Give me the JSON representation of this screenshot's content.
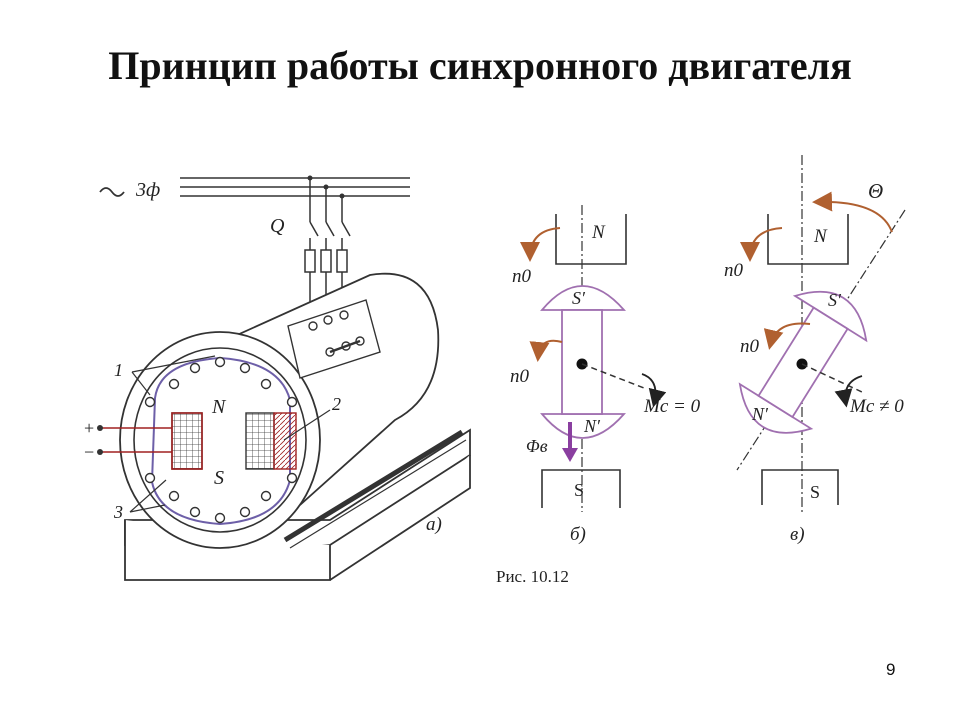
{
  "slide": {
    "title": "Принцип работы синхронного двигателя",
    "page_number": "9"
  },
  "colors": {
    "outline": "#3a3a3a",
    "pole_piece": "#a070b0",
    "accent_arrow": "#b06030",
    "flux_arrow": "#8a3fa0",
    "winding": "#a02020",
    "stator_lining": "#6d5fa8"
  },
  "figure": {
    "caption": "Рис. 10.12",
    "panel_a": {
      "label": "а)",
      "supply": "3ф",
      "switch": "Q",
      "plus": "+",
      "minus": "−",
      "pole_north": "N",
      "pole_south": "S",
      "callout_1": "1",
      "callout_2": "2",
      "callout_3": "3"
    },
    "panel_b": {
      "label": "б)",
      "stator_north": "N",
      "stator_south": "S",
      "rotor_south": "S′",
      "rotor_north": "N′",
      "speed_top": "n0",
      "speed_mid": "n0",
      "torque": "Mc = 0",
      "flux": "Φв"
    },
    "panel_c": {
      "label": "в)",
      "stator_north": "N",
      "stator_south": "S",
      "rotor_south": "S′",
      "rotor_north": "N′",
      "speed_top": "n0",
      "speed_mid": "n0",
      "torque": "Mc ≠ 0",
      "angle": "Θ"
    }
  }
}
